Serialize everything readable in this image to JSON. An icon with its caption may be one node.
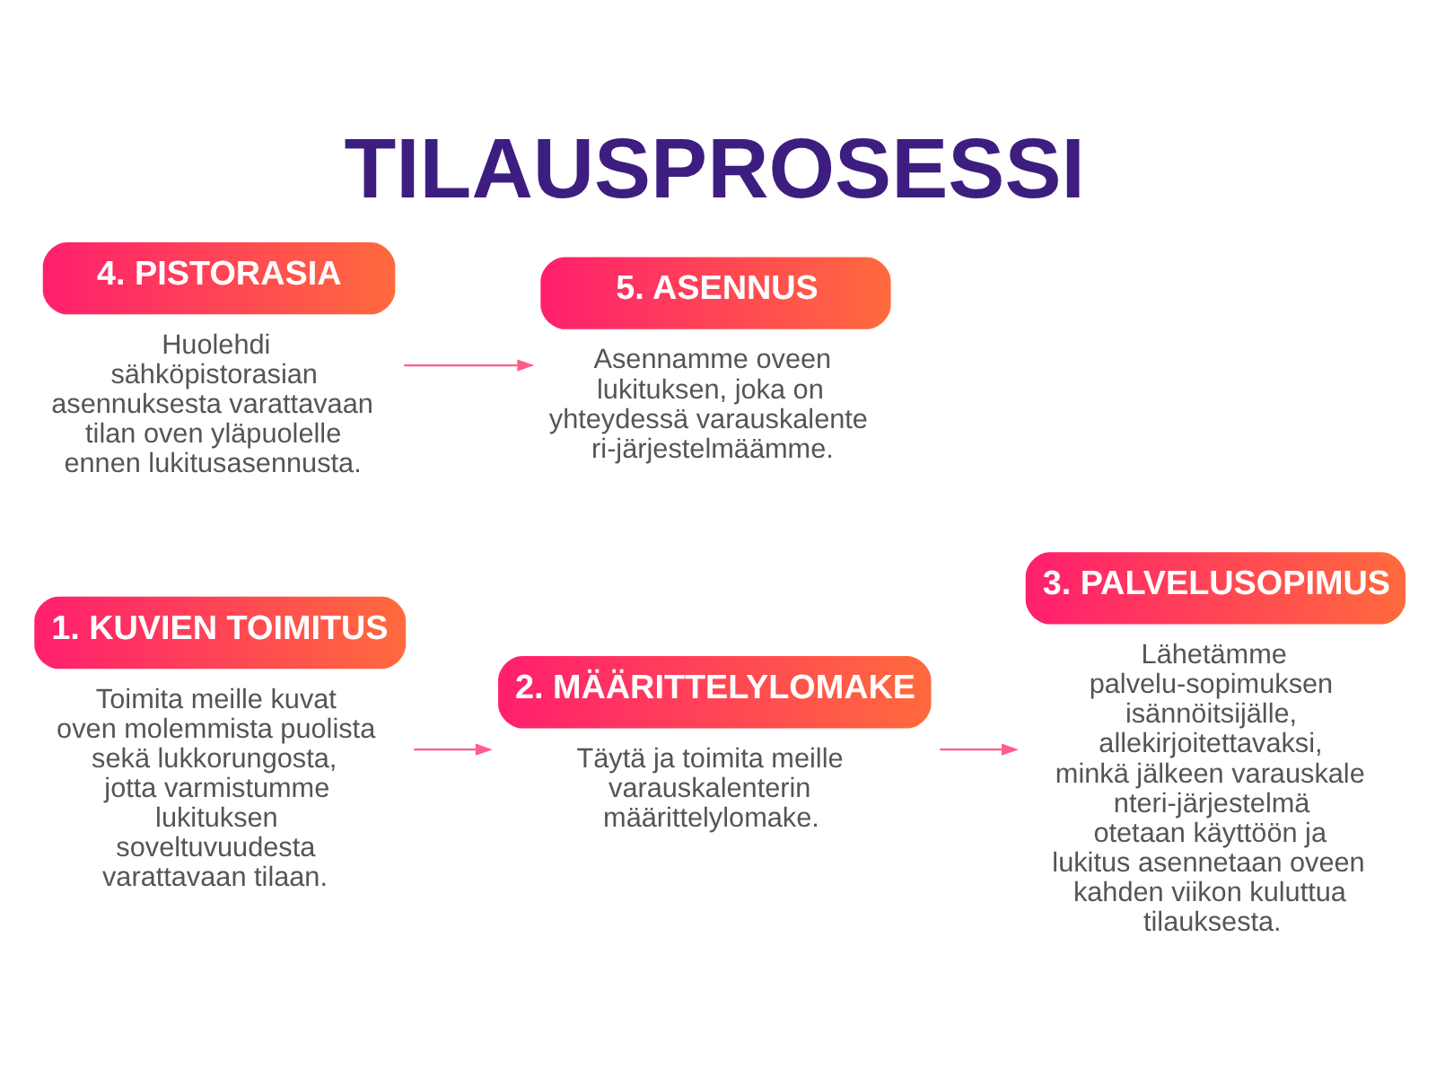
{
  "diagram": {
    "title": "TILAUSPROSESSI",
    "nodes": [
      {
        "text": [
          "1. KUVIEN TOIMITUS"
        ],
        "beside": [
          "Toimita meille kuvat oven molemmista puolista sekä lukkorungosta, jotta varmistumme lukituksen soveltuvuudesta varattavaan tilaan."
        ]
      },
      {
        "text": [
          "2. MÄÄRITTELYLOMAKE"
        ],
        "beside": [
          "Täytä ja toimita meille varauskalenterin määrittelylomake."
        ]
      },
      {
        "text": [
          "3. PALVELUSOPIMUS"
        ],
        "beside": [
          "Lähetämme palvelu-sopimuksen isännöitsijälle, allekirjoitettavaksi, minkä jälkeen varauskalenteri-järjestelmä otetaan käyttöön ja lukitus asennetaan oveen kahden viikon kuluttua tilauksesta."
        ]
      },
      {
        "text": [
          "4. PISTORASIA"
        ],
        "beside": [
          "Huolehdi sähköpistorasian asennuksesta varattavaan tilan oven yläpuolelle ennen lukitusasennusta."
        ]
      },
      {
        "text": [
          "5. ASENNUS"
        ],
        "beside": [
          "Asennamme oveen lukituksen, joka on yhteydessä varauskalenteri-järjestelmäämme."
        ]
      }
    ],
    "edges": [
      {
        "from": 0,
        "to": 1,
        "arrow": "to"
      },
      {
        "from": 1,
        "to": 2,
        "arrow": "to"
      },
      {
        "from": 3,
        "to": 4,
        "arrow": "to"
      }
    ]
  }
}
